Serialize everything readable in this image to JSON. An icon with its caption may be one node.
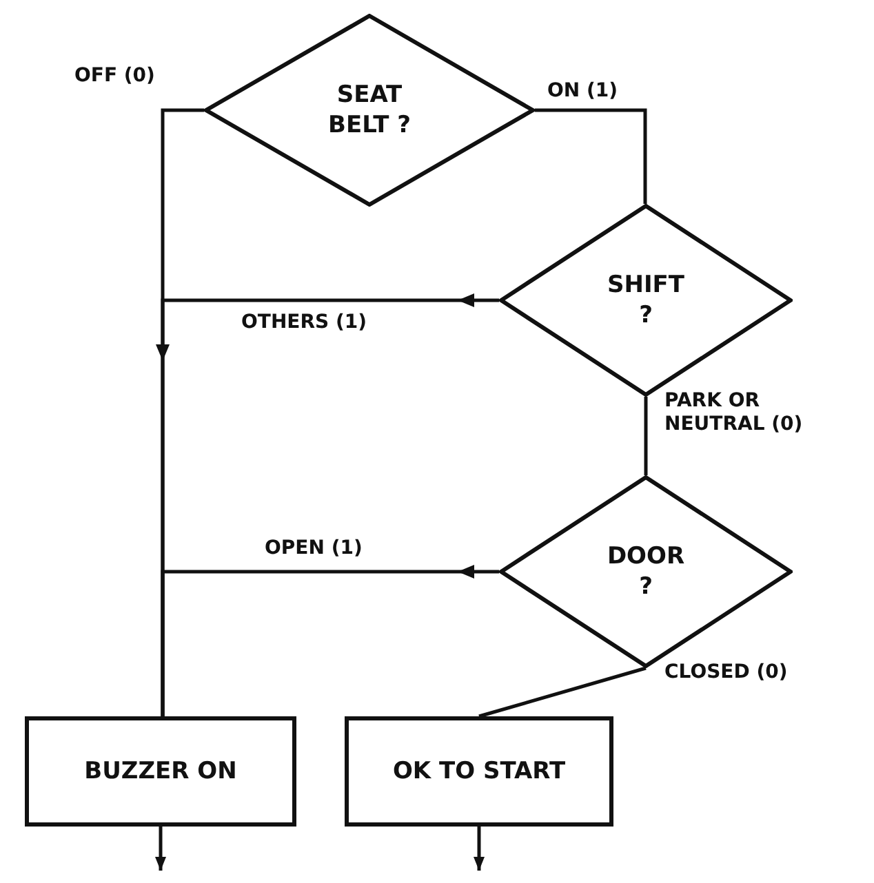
{
  "diagram": {
    "nodes": [
      {
        "text": [
          "SEAT BELT ?"
        ]
      },
      {
        "text": [
          "SHIFT ?"
        ]
      },
      {
        "text": [
          "DOOR ?"
        ]
      },
      {
        "text": [
          "BUZZER ON"
        ]
      },
      {
        "text": [
          "OK TO START"
        ]
      }
    ],
    "edges": [
      {
        "from": 0,
        "to": 3,
        "arrow": "to",
        "label": "OFF (0)"
      },
      {
        "from": 0,
        "to": 1,
        "arrow": "none",
        "label": "ON (1)"
      },
      {
        "from": 1,
        "to": 3,
        "arrow": "to",
        "label": "OTHERS (1)"
      },
      {
        "from": 1,
        "to": 2,
        "arrow": "none",
        "label": "PARK OR NEUTRAL (0)"
      },
      {
        "from": 2,
        "to": 3,
        "arrow": "to",
        "label": "OPEN (1)"
      },
      {
        "from": 2,
        "to": 4,
        "arrow": "none",
        "label": "CLOSED (0)"
      },
      {
        "from": 3,
        "to": null,
        "arrow": "to"
      },
      {
        "from": 4,
        "to": null,
        "arrow": "to"
      }
    ]
  }
}
